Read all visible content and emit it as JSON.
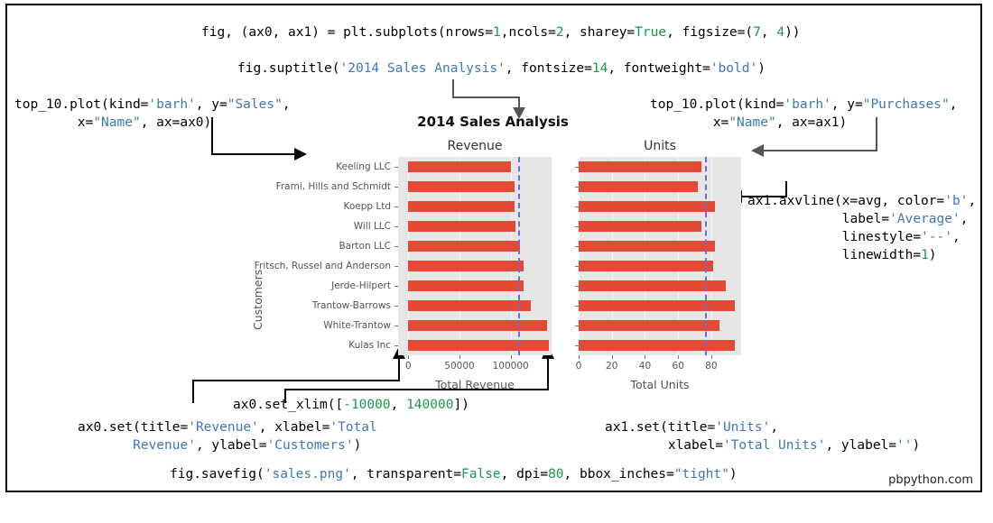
{
  "watermark": "pbpython.com",
  "code_lines": {
    "subplots": [
      {
        "t": "fig, (ax0, ax1) = plt.subplots(nrows=",
        "c": "p"
      },
      {
        "t": "1",
        "c": "n"
      },
      {
        "t": ",ncols=",
        "c": "p"
      },
      {
        "t": "2",
        "c": "n"
      },
      {
        "t": ", sharey=",
        "c": "p"
      },
      {
        "t": "True",
        "c": "n"
      },
      {
        "t": ", figsize=(",
        "c": "p"
      },
      {
        "t": "7",
        "c": "n"
      },
      {
        "t": ", ",
        "c": "p"
      },
      {
        "t": "4",
        "c": "n"
      },
      {
        "t": "))",
        "c": "p"
      }
    ],
    "suptitle": [
      {
        "t": "fig.suptitle(",
        "c": "p"
      },
      {
        "t": "'2014 Sales Analysis'",
        "c": "s"
      },
      {
        "t": ", fontsize=",
        "c": "p"
      },
      {
        "t": "14",
        "c": "n"
      },
      {
        "t": ", fontweight=",
        "c": "p"
      },
      {
        "t": "'bold'",
        "c": "s"
      },
      {
        "t": ")",
        "c": "p"
      }
    ],
    "plot_left_1": [
      {
        "t": "top_10.plot(kind=",
        "c": "p"
      },
      {
        "t": "'barh'",
        "c": "s"
      },
      {
        "t": ", y=",
        "c": "p"
      },
      {
        "t": "\"Sales\"",
        "c": "s"
      },
      {
        "t": ",",
        "c": "p"
      }
    ],
    "plot_left_2": [
      {
        "t": "        x=",
        "c": "p"
      },
      {
        "t": "\"Name\"",
        "c": "s"
      },
      {
        "t": ", ax=ax0)",
        "c": "p"
      }
    ],
    "plot_right_1": [
      {
        "t": "top_10.plot(kind=",
        "c": "p"
      },
      {
        "t": "'barh'",
        "c": "s"
      },
      {
        "t": ", y=",
        "c": "p"
      },
      {
        "t": "\"Purchases\"",
        "c": "s"
      },
      {
        "t": ",",
        "c": "p"
      }
    ],
    "plot_right_2": [
      {
        "t": "        x=",
        "c": "p"
      },
      {
        "t": "\"Name\"",
        "c": "s"
      },
      {
        "t": ", ax=ax1)",
        "c": "p"
      }
    ],
    "axvline_1": [
      {
        "t": "ax1.axvline(x=avg, color=",
        "c": "p"
      },
      {
        "t": "'b'",
        "c": "s"
      },
      {
        "t": ",",
        "c": "p"
      }
    ],
    "axvline_2": [
      {
        "t": "            label=",
        "c": "p"
      },
      {
        "t": "'Average'",
        "c": "s"
      },
      {
        "t": ",",
        "c": "p"
      }
    ],
    "axvline_3": [
      {
        "t": "            linestyle=",
        "c": "p"
      },
      {
        "t": "'--'",
        "c": "s"
      },
      {
        "t": ",",
        "c": "p"
      }
    ],
    "axvline_4": [
      {
        "t": "            linewidth=",
        "c": "p"
      },
      {
        "t": "1",
        "c": "n"
      },
      {
        "t": ")",
        "c": "p"
      }
    ],
    "set_xlim": [
      {
        "t": "ax0.set_xlim([",
        "c": "p"
      },
      {
        "t": "-10000",
        "c": "n"
      },
      {
        "t": ", ",
        "c": "p"
      },
      {
        "t": "140000",
        "c": "n"
      },
      {
        "t": "])",
        "c": "p"
      }
    ],
    "ax0_set_1": [
      {
        "t": "ax0.set(title=",
        "c": "p"
      },
      {
        "t": "'Revenue'",
        "c": "s"
      },
      {
        "t": ", xlabel=",
        "c": "p"
      },
      {
        "t": "'Total",
        "c": "s"
      }
    ],
    "ax0_set_2": [
      {
        "t": "       ",
        "c": "p"
      },
      {
        "t": "Revenue'",
        "c": "s"
      },
      {
        "t": ", ylabel=",
        "c": "p"
      },
      {
        "t": "'Customers'",
        "c": "s"
      },
      {
        "t": ")",
        "c": "p"
      }
    ],
    "ax1_set_1": [
      {
        "t": "ax1.set(title=",
        "c": "p"
      },
      {
        "t": "'Units'",
        "c": "s"
      },
      {
        "t": ",",
        "c": "p"
      }
    ],
    "ax1_set_2": [
      {
        "t": "        xlabel=",
        "c": "p"
      },
      {
        "t": "'Total Units'",
        "c": "s"
      },
      {
        "t": ", ylabel=",
        "c": "p"
      },
      {
        "t": "''",
        "c": "s"
      },
      {
        "t": ")",
        "c": "p"
      }
    ],
    "savefig": [
      {
        "t": "fig.savefig(",
        "c": "p"
      },
      {
        "t": "'sales.png'",
        "c": "s"
      },
      {
        "t": ", transparent=",
        "c": "p"
      },
      {
        "t": "False",
        "c": "n"
      },
      {
        "t": ", dpi=",
        "c": "p"
      },
      {
        "t": "80",
        "c": "n"
      },
      {
        "t": ", bbox_inches=",
        "c": "p"
      },
      {
        "t": "\"tight\"",
        "c": "s"
      },
      {
        "t": ")",
        "c": "p"
      }
    ]
  },
  "chart_data": {
    "type": "bar",
    "orientation": "horizontal",
    "title": "2014 Sales Analysis",
    "figsize": [
      7,
      4
    ],
    "colors": {
      "bar": "#e24a33",
      "avg_line": "#6a6ae0",
      "plot_bg": "#e6e6e6",
      "grid": "#f6f6f6"
    },
    "categories": [
      "Keeling LLC",
      "Frami, Hills and Schmidt",
      "Koepp Ltd",
      "Will LLC",
      "Barton LLC",
      "Fritsch, Russel and Anderson",
      "Jerde-Hilpert",
      "Trantow-Barrows",
      "White-Trantow",
      "Kulas Inc"
    ],
    "panels": [
      {
        "id": "ax0",
        "title": "Revenue",
        "xlabel": "Total Revenue",
        "ylabel": "Customers",
        "series_name": "Sales",
        "values": [
          100595,
          103569,
          103660,
          104437,
          109438,
          112214,
          112591,
          119410,
          135841,
          137351
        ],
        "xlim": [
          -10000,
          140000
        ],
        "xticks": [
          0,
          50000,
          100000
        ],
        "xtick_labels": [
          "0",
          "50000",
          "100000"
        ],
        "avg_line": null
      },
      {
        "id": "ax1",
        "title": "Units",
        "xlabel": "Total Units",
        "ylabel": "",
        "series_name": "Purchases",
        "values": [
          74,
          72,
          82,
          74,
          82,
          81,
          89,
          94,
          85,
          94
        ],
        "xlim": [
          0,
          98
        ],
        "xticks": [
          0,
          20,
          40,
          60,
          80
        ],
        "xtick_labels": [
          "0",
          "20",
          "40",
          "60",
          "80"
        ],
        "avg_line": 83,
        "avg_label": "Average"
      }
    ],
    "grid": true,
    "legend": null
  }
}
